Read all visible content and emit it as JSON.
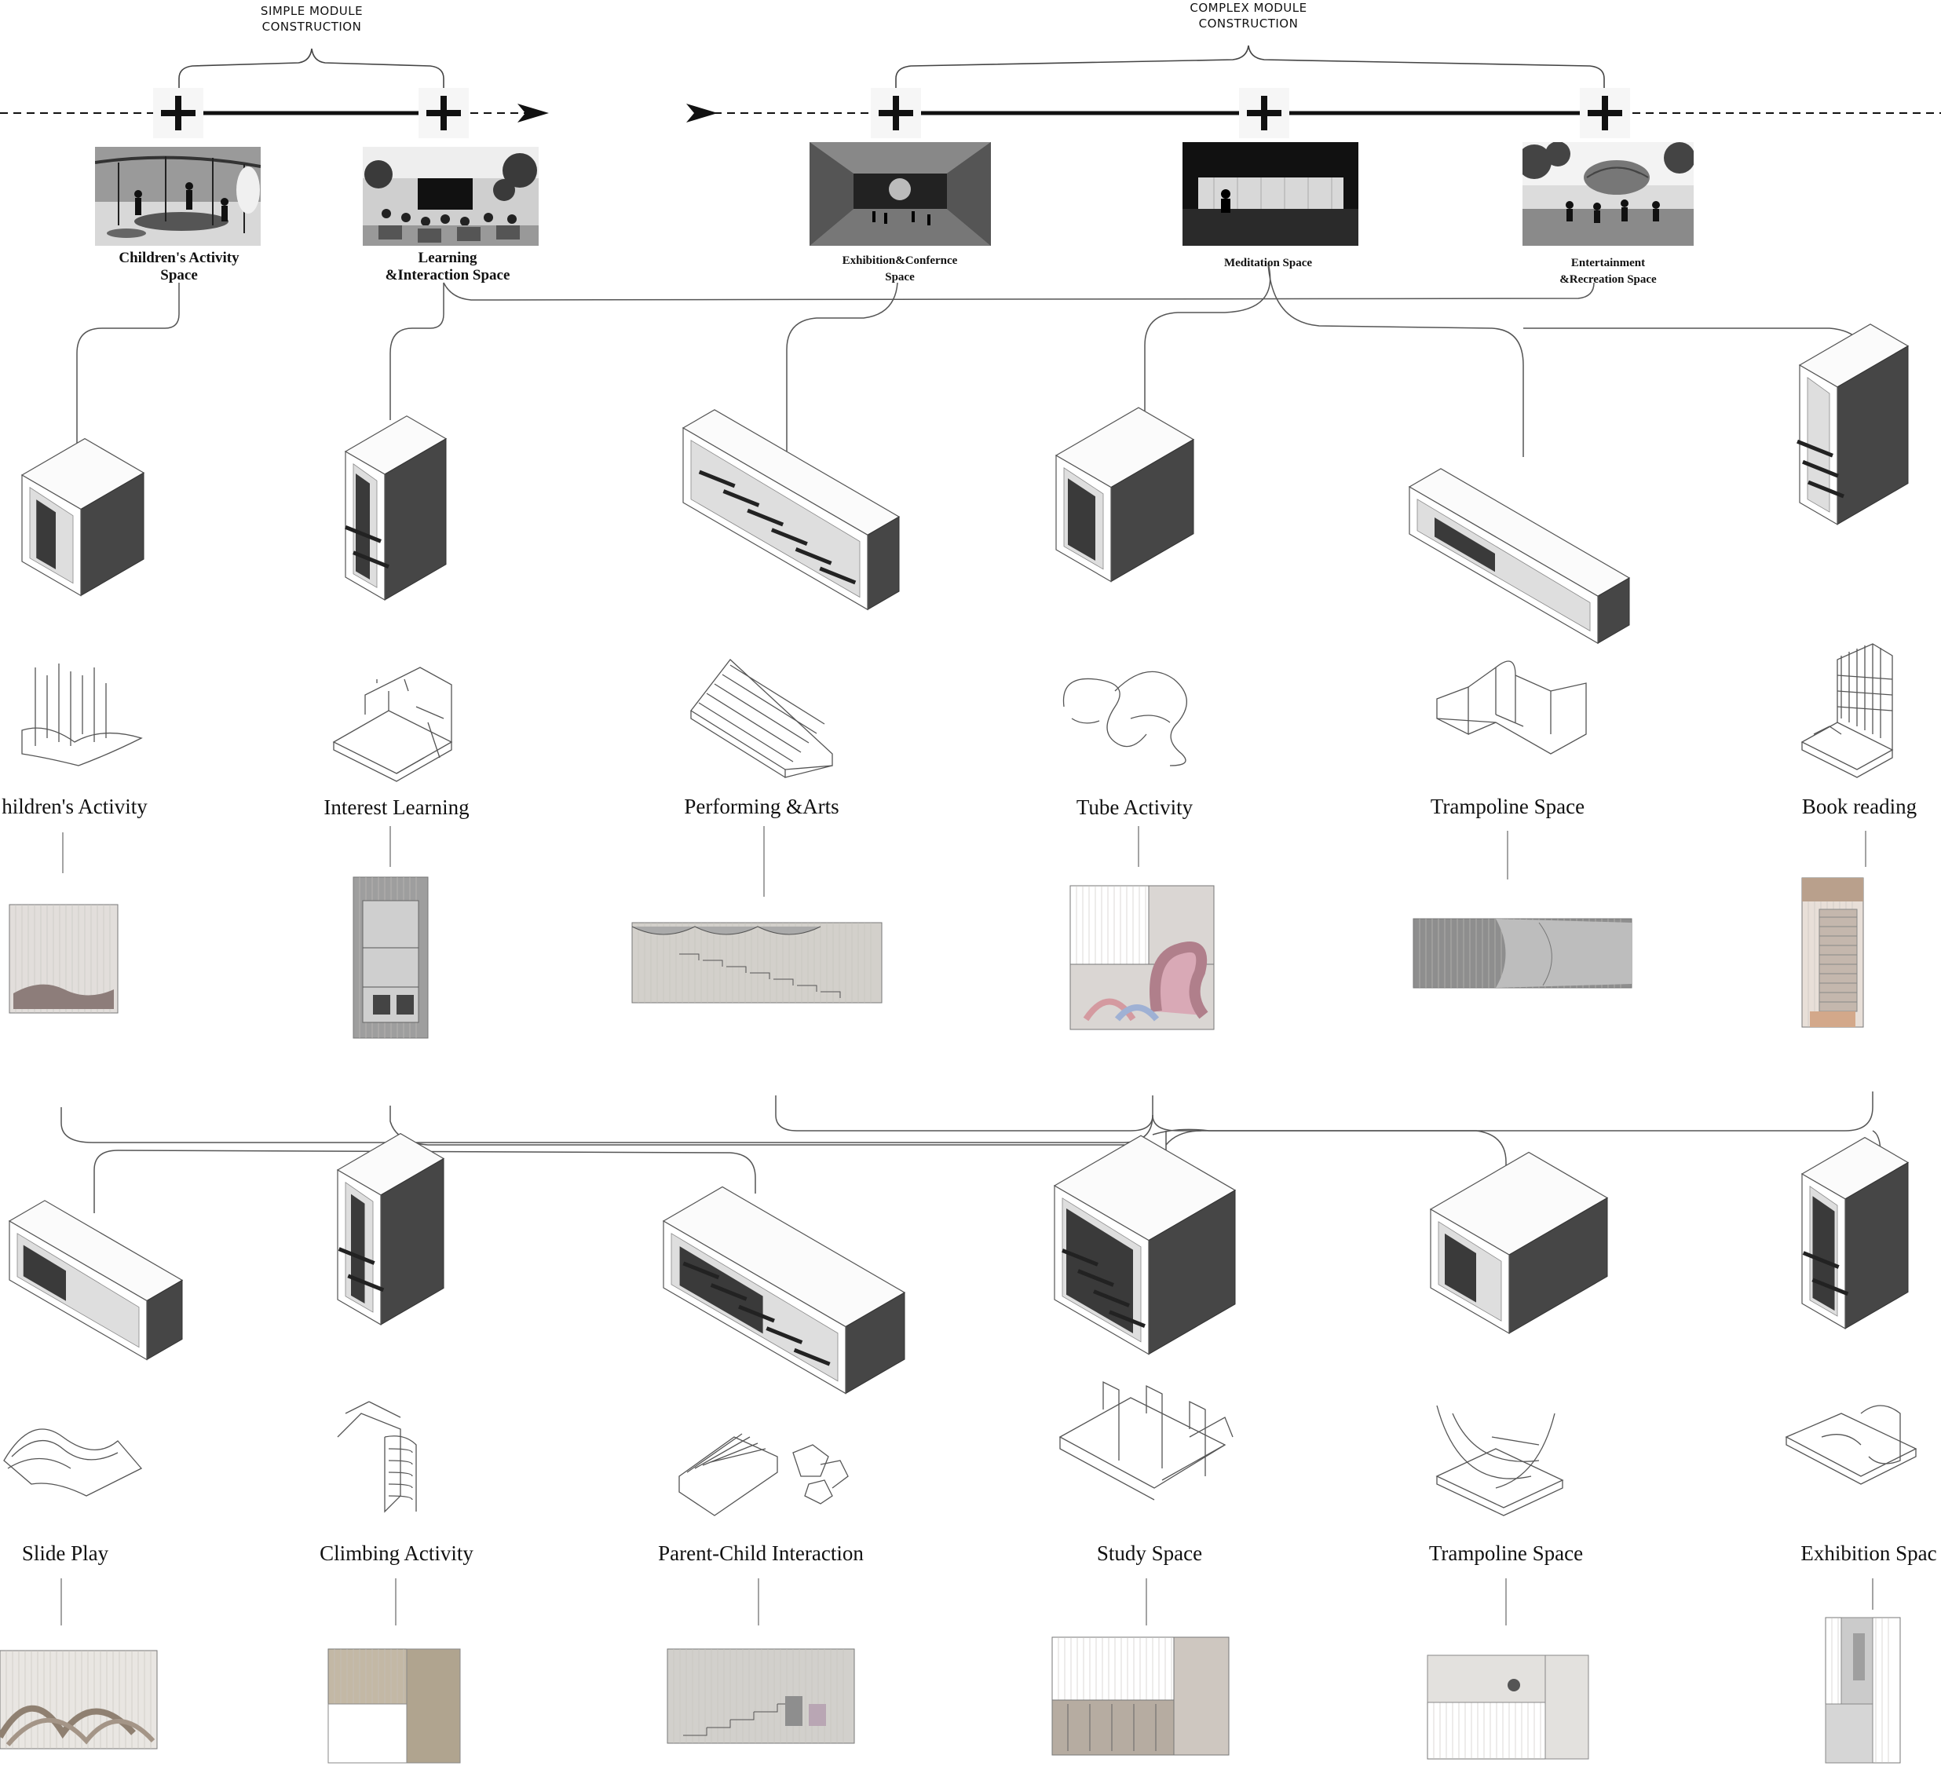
{
  "timeline": {
    "simple_group": {
      "line1": "SIMPLE MODULE",
      "line2": "CONSTRUCTION"
    },
    "complex_group": {
      "line1": "COMPLEX MODULE",
      "line2": "CONSTRUCTION"
    }
  },
  "spaces": [
    {
      "line1": "Children's Activity",
      "line2": "Space"
    },
    {
      "line1": "Learning",
      "line2": "&Interaction Space"
    },
    {
      "line1": "Exhibition&Confernce",
      "line2": "Space"
    },
    {
      "line1": "Meditation Space",
      "line2": ""
    },
    {
      "line1": "Entertainment",
      "line2": "&Recreation Space"
    }
  ],
  "modules_row1": [
    {
      "label": "hildren's Activity"
    },
    {
      "label": "Interest Learning"
    },
    {
      "label": "Performing &Arts"
    },
    {
      "label": "Tube Activity"
    },
    {
      "label": "Trampoline Space"
    },
    {
      "label": "Book reading"
    }
  ],
  "modules_row2": [
    {
      "label": "Slide Play"
    },
    {
      "label": "Climbing Activity"
    },
    {
      "label": "Parent-Child Interaction"
    },
    {
      "label": "Study Space"
    },
    {
      "label": "Trampoline Space"
    },
    {
      "label": "Exhibition Spac"
    }
  ],
  "colors": {
    "line": "#555555",
    "dark_face": "#464646",
    "light_face": "#f4f4f4",
    "paper": "#ffffff"
  }
}
